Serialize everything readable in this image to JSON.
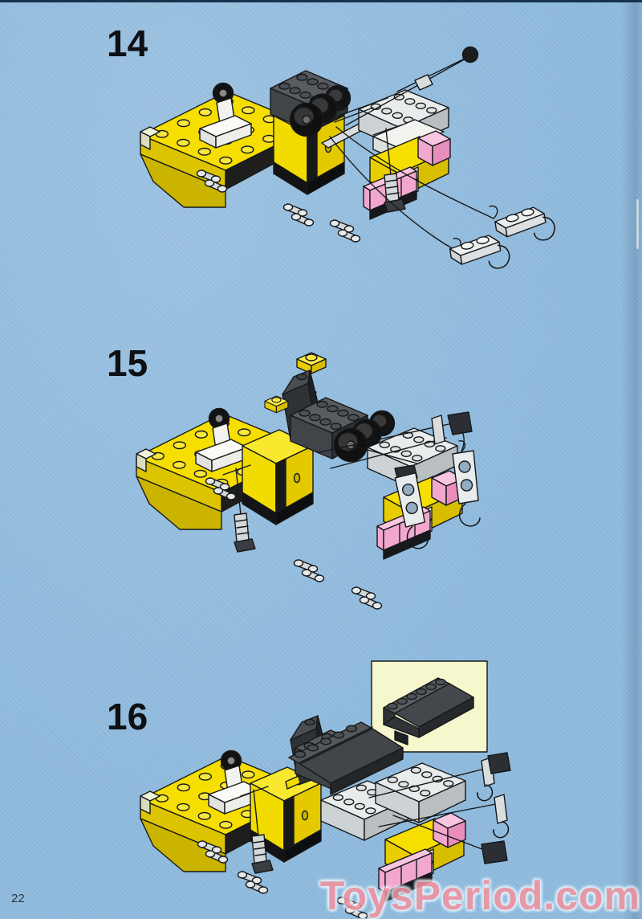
{
  "page": {
    "number": "22",
    "watermark": "ToysPeriod.com"
  },
  "steps": [
    {
      "number": "14",
      "alt": "Tow truck chassis with crane boom raised and two tow cables ending in hook plates"
    },
    {
      "number": "15",
      "alt": "Tow truck with boom folded down; a yellow 1x1 plate is added where the arrow points; two hook plates hang at the rear"
    },
    {
      "number": "16",
      "alt": "Tow truck with a dark grey slope brick added on top; inset box shows the slope brick part"
    }
  ],
  "inset": {
    "alt": "Dark grey slope brick with six studs"
  },
  "colors": {
    "background": "#8FBADD",
    "lego_yellow": "#F5DE00",
    "lego_dark_grey": "#54585C",
    "lego_light_grey": "#E8EBEB",
    "trans_pink": "#F2A8CE",
    "sticker_red": "#CC2A20",
    "cable": "#2E3E4A",
    "watermark_pink": "#F294A0",
    "inset_background": "#F7F7CD",
    "step_number_color": "#0E1013"
  }
}
